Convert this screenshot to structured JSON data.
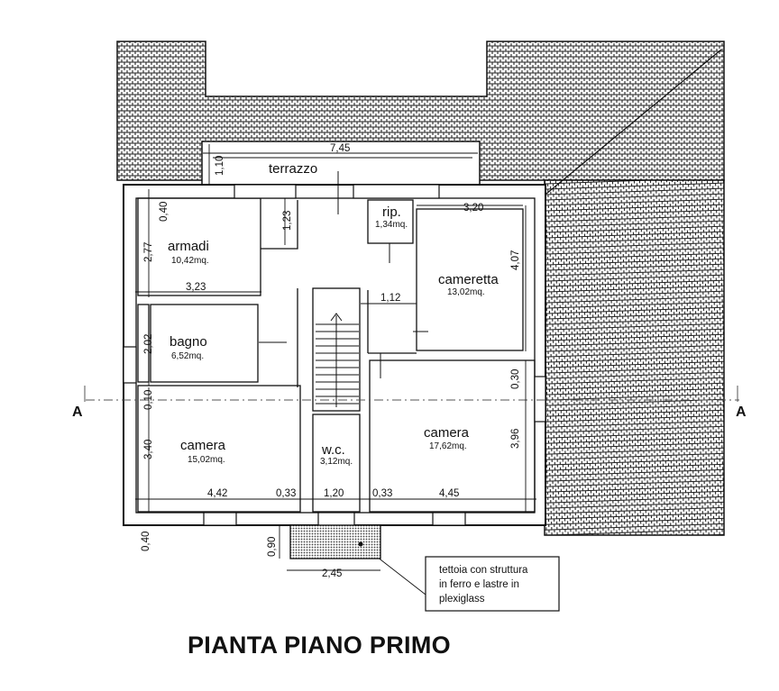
{
  "title": "PIANTA PIANO PRIMO",
  "section_marker": "A",
  "rooms": [
    {
      "name": "terrazzo",
      "area": ""
    },
    {
      "name": "armadi",
      "area": "10,42mq."
    },
    {
      "name": "bagno",
      "area": "6,52mq."
    },
    {
      "name": "camera",
      "area": "15,02mq."
    },
    {
      "name": "w.c.",
      "area": "3,12mq."
    },
    {
      "name": "camera",
      "area": "17,62mq."
    },
    {
      "name": "rip.",
      "area": "1,34mq."
    },
    {
      "name": "cameretta",
      "area": "13,02mq."
    }
  ],
  "dimensions": {
    "terrace_width": "7,45",
    "terrace_depth": "1,10",
    "armadi_top": "0,40",
    "armadi_height": "2,77",
    "armadi_inner": "1,23",
    "armadi_width": "3,23",
    "bagno_height": "2,02",
    "wall_010": "0,10",
    "camera_left_height": "3,40",
    "camera_left_width": "4,42",
    "left_033": "0,33",
    "wc_width": "1,20",
    "right_033": "0,33",
    "camera_right_width": "4,45",
    "cameretta_width": "3,20",
    "cameretta_height": "4,07",
    "hall_112": "1,12",
    "right_030": "0,30",
    "camera_right_height": "3,96",
    "bottom_040": "0,40",
    "canopy_depth": "0,90",
    "canopy_width": "2,45"
  },
  "note_lines": [
    "tettoia con struttura",
    "in ferro e lastre in",
    "plexiglass"
  ]
}
